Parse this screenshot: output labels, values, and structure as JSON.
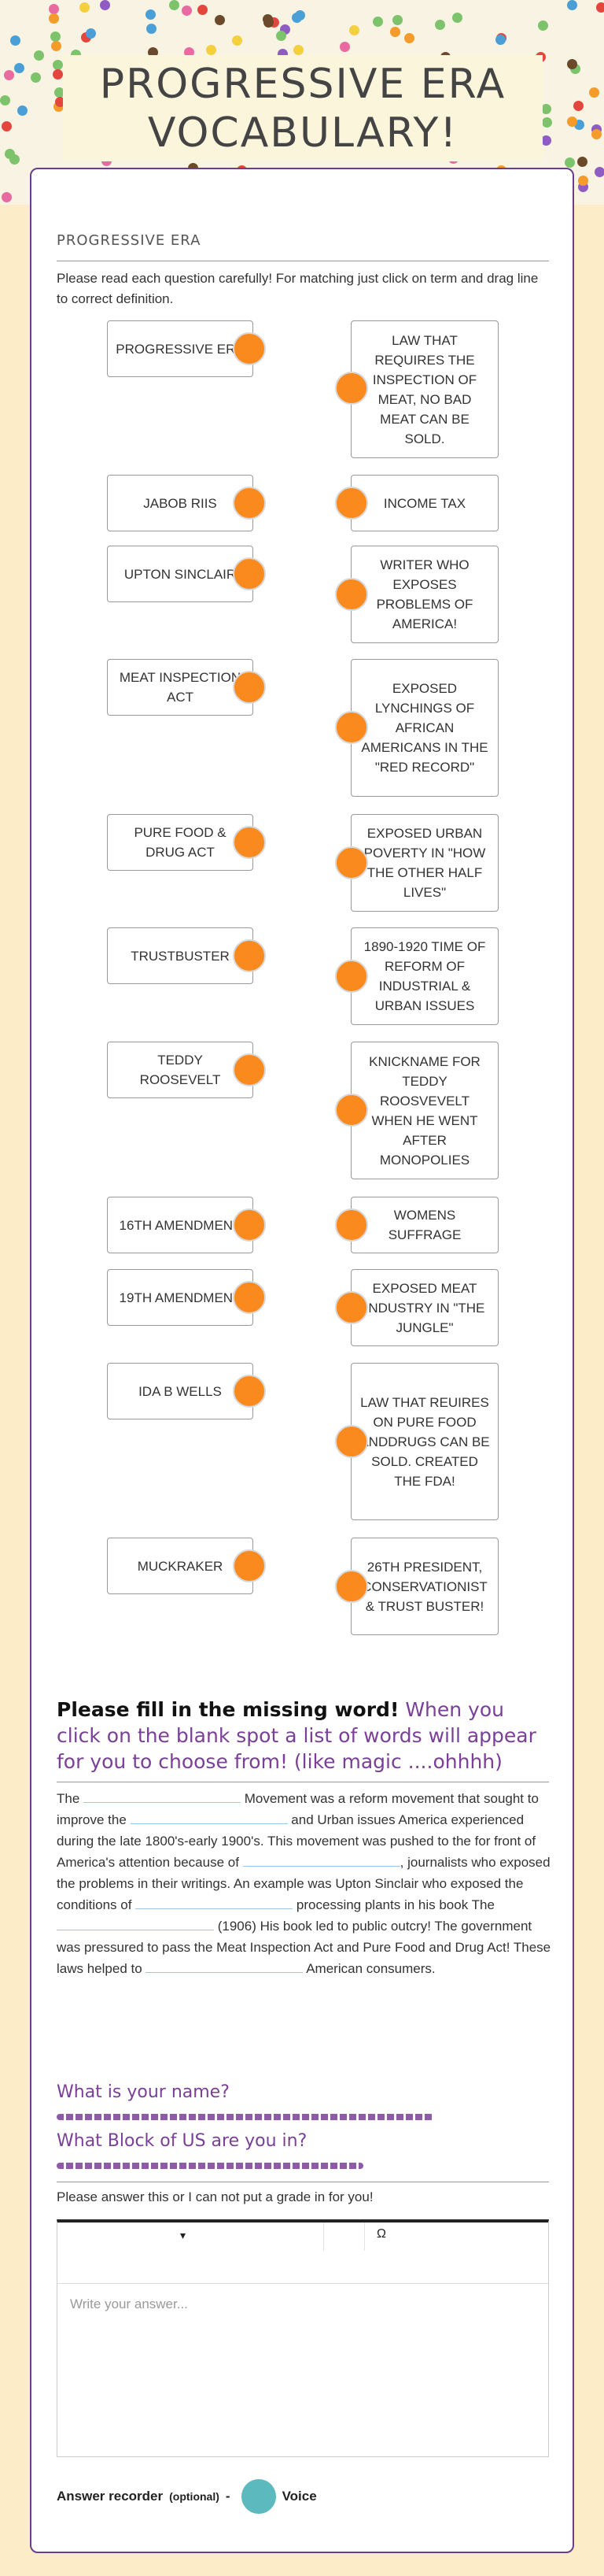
{
  "page_title": "PROGRESSIVE ERA VOCABULARY!",
  "matching": {
    "section_title": "PROGRESSIVE ERA",
    "instructions": "Please read each question carefully! For matching just click on term and drag line to correct definition.",
    "terms": [
      "PROGRESSIVE ERA",
      "JABOB RIIS",
      "UPTON SINCLAIR",
      "MEAT INSPECTION ACT",
      "PURE FOOD & DRUG ACT",
      "TRUSTBUSTER",
      "TEDDY ROOSEVELT",
      "16TH AMENDMENT",
      "19TH AMENDMENT",
      "IDA B WELLS",
      "MUCKRAKER"
    ],
    "definitions": [
      "LAW THAT REQUIRES THE INSPECTION OF MEAT, NO BAD MEAT CAN BE SOLD.",
      "INCOME TAX",
      "WRITER WHO EXPOSES PROBLEMS OF AMERICA!",
      "EXPOSED LYNCHINGS OF AFRICAN AMERICANS IN THE \"RED RECORD\"",
      "EXPOSED URBAN POVERTY IN \"HOW THE OTHER HALF LIVES\"",
      "1890-1920 TIME OF REFORM OF INDUSTRIAL & URBAN ISSUES",
      "KNICKNAME FOR TEDDY ROOSVEVELT WHEN HE WENT AFTER MONOPOLIES",
      "WOMENS SUFFRAGE",
      "EXPOSED MEAT INDUSTRY IN \"THE JUNGLE\"",
      "LAW THAT REUIRES ON PURE FOOD ANDDRUGS CAN BE SOLD. CREATED THE FDA!",
      "26TH PRESIDENT, CONSERVATIONIST & TRUST BUSTER!"
    ],
    "handle_color": "#fb8a1e"
  },
  "fill_in": {
    "heading_bold": "Please fill in the missing word!",
    "heading_hint": "When you click on the blank spot a list of words will appear for you to choose from! (like magic ....ohhhh)",
    "t1": "The",
    "t2": "Movement was a reform movement that sought to improve the",
    "t3": "and Urban issues America experienced during the late 1800's-early 1900's. This movement was pushed to the for front of America's attention because of",
    "t4": ", journalists who exposed the problems in their writings. An example was Upton Sinclair who exposed the conditions of",
    "t5": "processing plants in his book The",
    "t6": "(1906) His book led to public outcry! The government was pressured to pass the Meat Inspection Act and Pure Food and Drug Act! These laws helped to",
    "t7": "American consumers."
  },
  "questions": {
    "name_q": "What is your name?",
    "block_q": "What Block of US are you in?"
  },
  "answer": {
    "prompt": "Please answer this or I can not put a grade in for you!",
    "toolbar_dropdown": "▾",
    "toolbar_omega": "Ω",
    "placeholder": "Write your answer...",
    "recorder_label": "Answer recorder",
    "recorder_optional": "(optional)",
    "recorder_dash": "-",
    "voice_label": "Voice",
    "voice_color": "#5cb9bd"
  },
  "colors": {
    "accent_purple": "#7a3f96",
    "card_border": "#6a3d8f",
    "background": "#fdecc8"
  }
}
